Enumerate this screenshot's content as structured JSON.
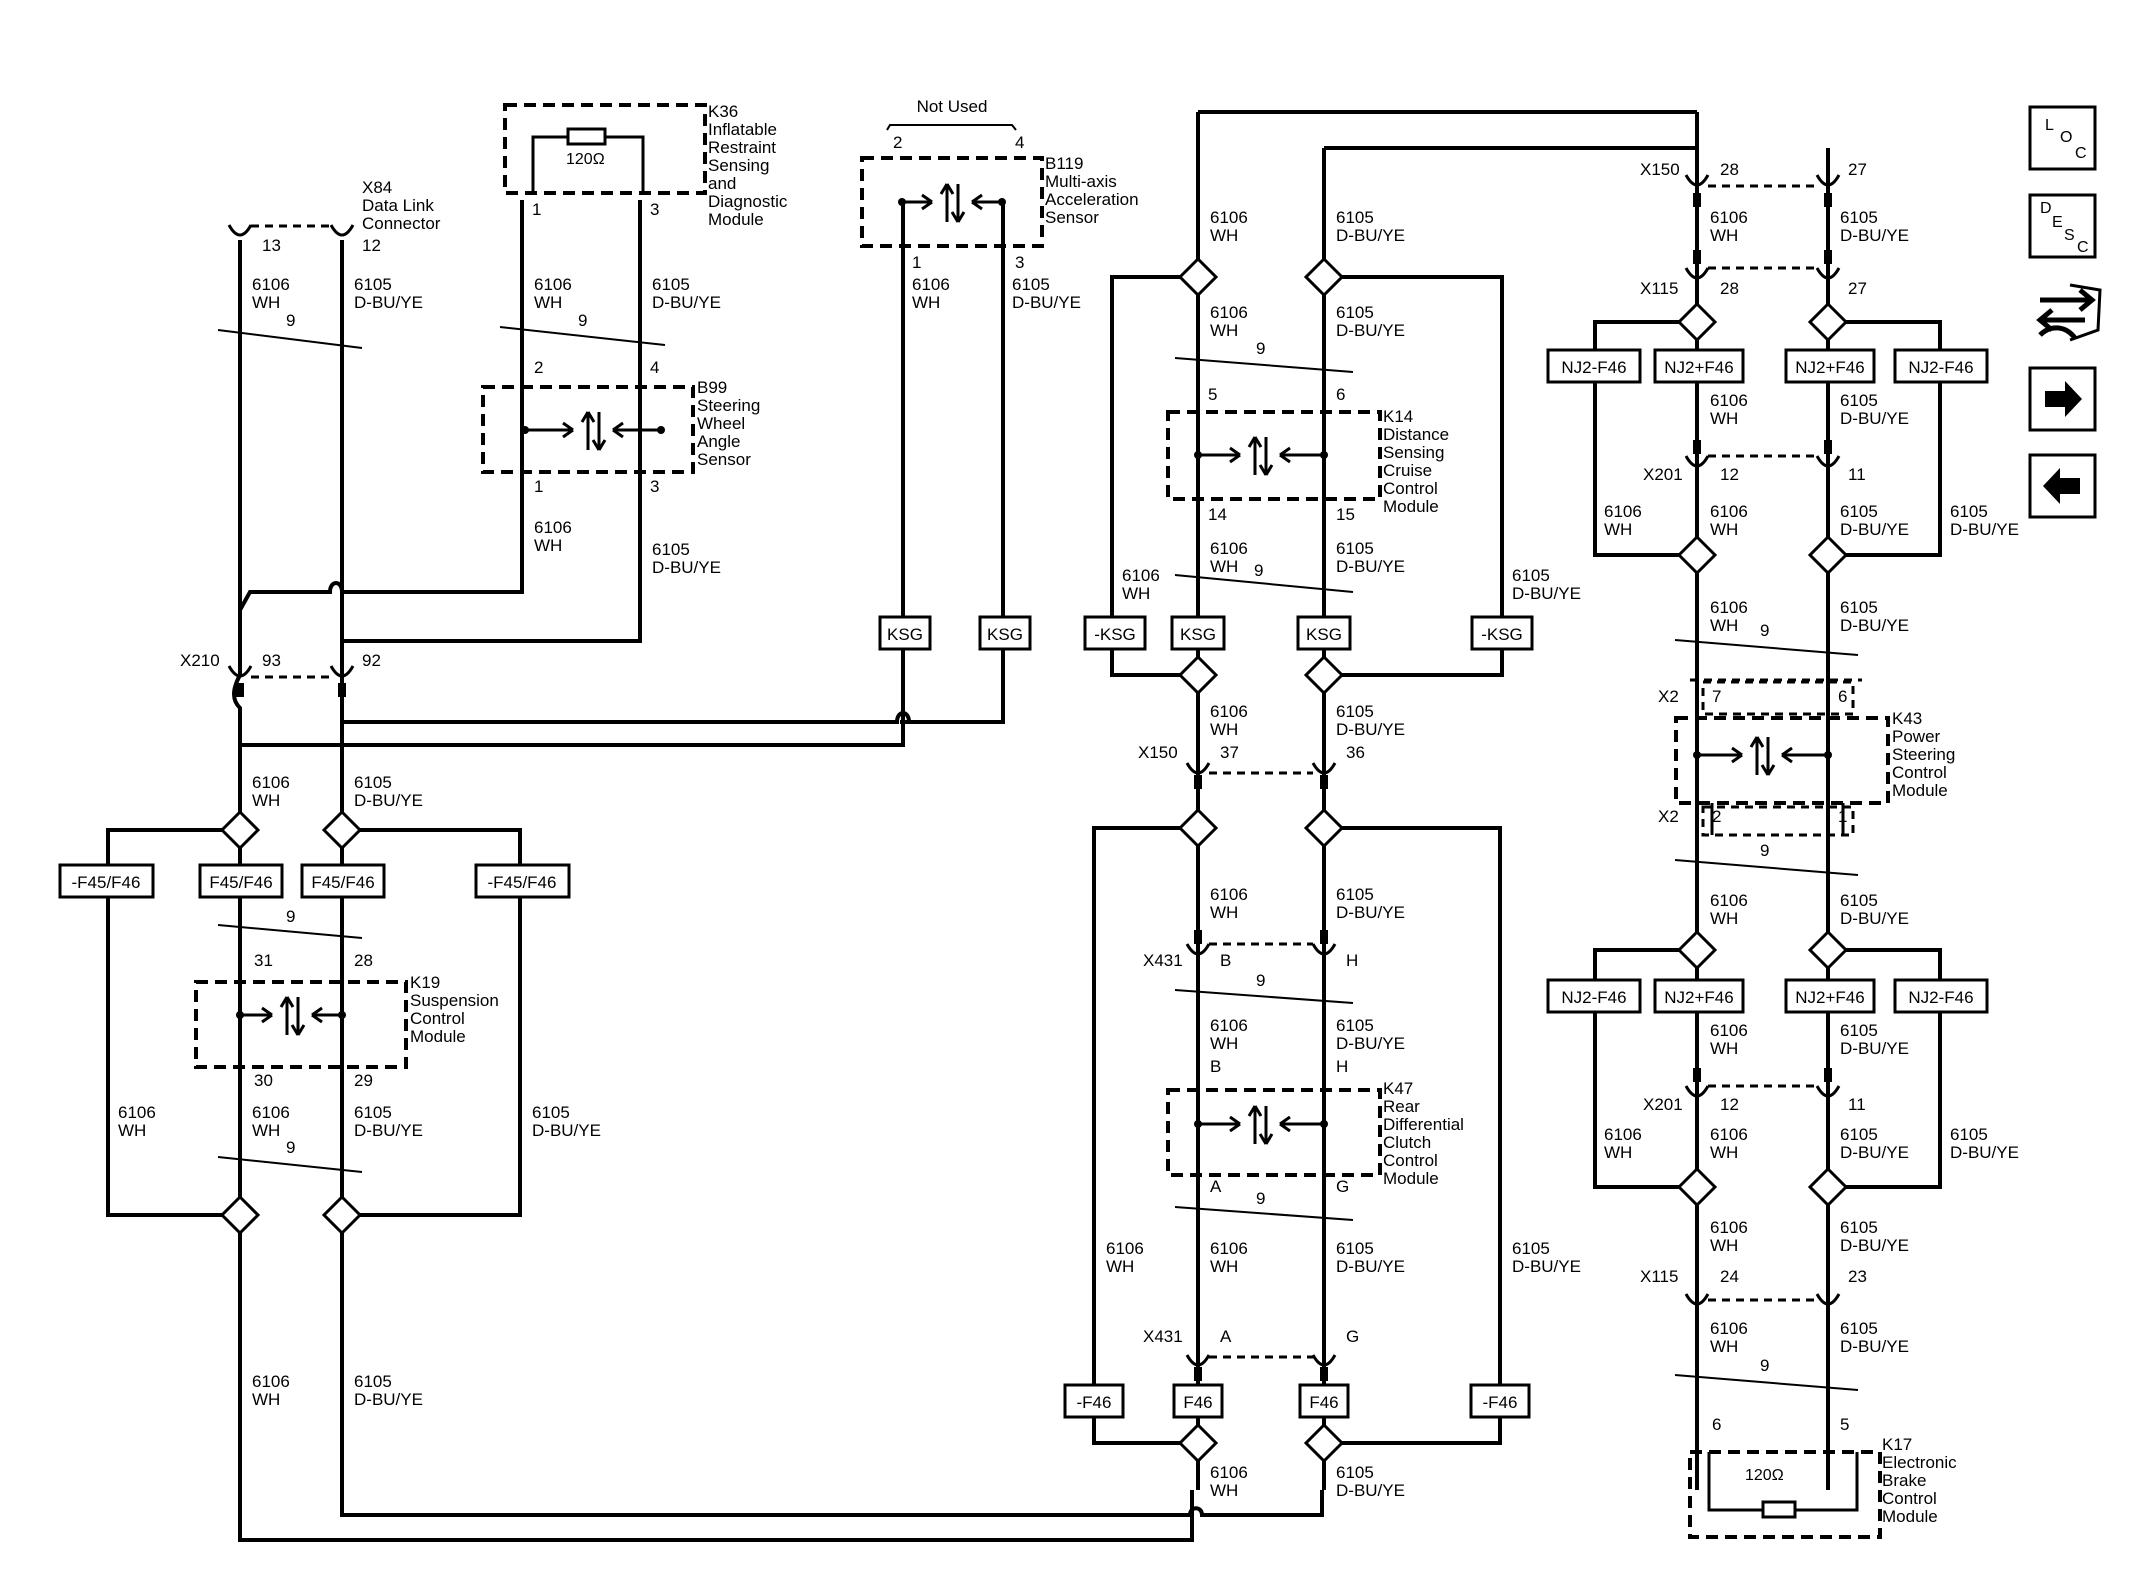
{
  "header": {
    "not_used": "Not Used"
  },
  "circuits": {
    "c6106": "6106",
    "c6105": "6105",
    "wh": "WH",
    "dbu": "D-BU/YE",
    "twist": "9"
  },
  "boxes": {
    "f45f46": "F45/F46",
    "nf45f46": "-F45/F46",
    "ksg": "KSG",
    "nksg": "-KSG",
    "f46": "F46",
    "nf46": "-F46",
    "nj2p": "NJ2+F46",
    "nj2n": "NJ2-F46"
  },
  "resistor_value": "120Ω",
  "connectors": {
    "x84": {
      "name": "X84",
      "line1": "Data Link",
      "line2": "Connector",
      "pin_a": "13",
      "pin_b": "12"
    },
    "x210": {
      "name": "X210",
      "pin_a": "93",
      "pin_b": "92"
    },
    "x150_top": {
      "name": "X150",
      "pin_a": "28",
      "pin_b": "27"
    },
    "x115_top": {
      "name": "X115",
      "pin_a": "28",
      "pin_b": "27"
    },
    "x201_top": {
      "name": "X201",
      "pin_a": "12",
      "pin_b": "11"
    },
    "x2_top": {
      "name": "X2",
      "pin_a": "7",
      "pin_b": "6"
    },
    "x2_bot": {
      "name": "X2",
      "pin_a": "2",
      "pin_b": "1"
    },
    "x201_bot": {
      "name": "X201",
      "pin_a": "12",
      "pin_b": "11"
    },
    "x115_bot": {
      "name": "X115",
      "pin_a": "24",
      "pin_b": "23"
    },
    "x150_mid": {
      "name": "X150",
      "pin_a": "37",
      "pin_b": "36"
    },
    "x431_top": {
      "name": "X431",
      "pin_a": "B",
      "pin_b": "H"
    },
    "x431_bot": {
      "name": "X431",
      "pin_a": "A",
      "pin_b": "G"
    }
  },
  "modules": {
    "k36": {
      "id": "K36",
      "lines": [
        "Inflatable",
        "Restraint",
        "Sensing",
        "and",
        "Diagnostic",
        "Module"
      ],
      "pin_a": "1",
      "pin_b": "3"
    },
    "b119": {
      "id": "B119",
      "lines": [
        "Multi-axis",
        "Acceleration",
        "Sensor"
      ],
      "top_a": "2",
      "top_b": "4",
      "pin_a": "1",
      "pin_b": "3"
    },
    "b99": {
      "id": "B99",
      "lines": [
        "Steering",
        "Wheel",
        "Angle",
        "Sensor"
      ],
      "top_a": "2",
      "top_b": "4",
      "pin_a": "1",
      "pin_b": "3"
    },
    "k14": {
      "id": "K14",
      "lines": [
        "Distance",
        "Sensing",
        "Cruise",
        "Control",
        "Module"
      ],
      "top_a": "5",
      "top_b": "6",
      "pin_a": "14",
      "pin_b": "15"
    },
    "k19": {
      "id": "K19",
      "lines": [
        "Suspension",
        "Control",
        "Module"
      ],
      "top_a": "31",
      "top_b": "28",
      "pin_a": "30",
      "pin_b": "29"
    },
    "k47": {
      "id": "K47",
      "lines": [
        "Rear",
        "Differential",
        "Clutch",
        "Control",
        "Module"
      ],
      "top_a": "B",
      "top_b": "H",
      "pin_a": "A",
      "pin_b": "G"
    },
    "k43": {
      "id": "K43",
      "lines": [
        "Power",
        "Steering",
        "Control",
        "Module"
      ]
    },
    "k17": {
      "id": "K17",
      "lines": [
        "Electronic",
        "Brake",
        "Control",
        "Module"
      ],
      "pin_a": "6",
      "pin_b": "5"
    }
  },
  "side_buttons": {
    "loc": [
      "L",
      "O",
      "C"
    ],
    "desc": [
      "D",
      "E",
      "S",
      "C"
    ]
  }
}
